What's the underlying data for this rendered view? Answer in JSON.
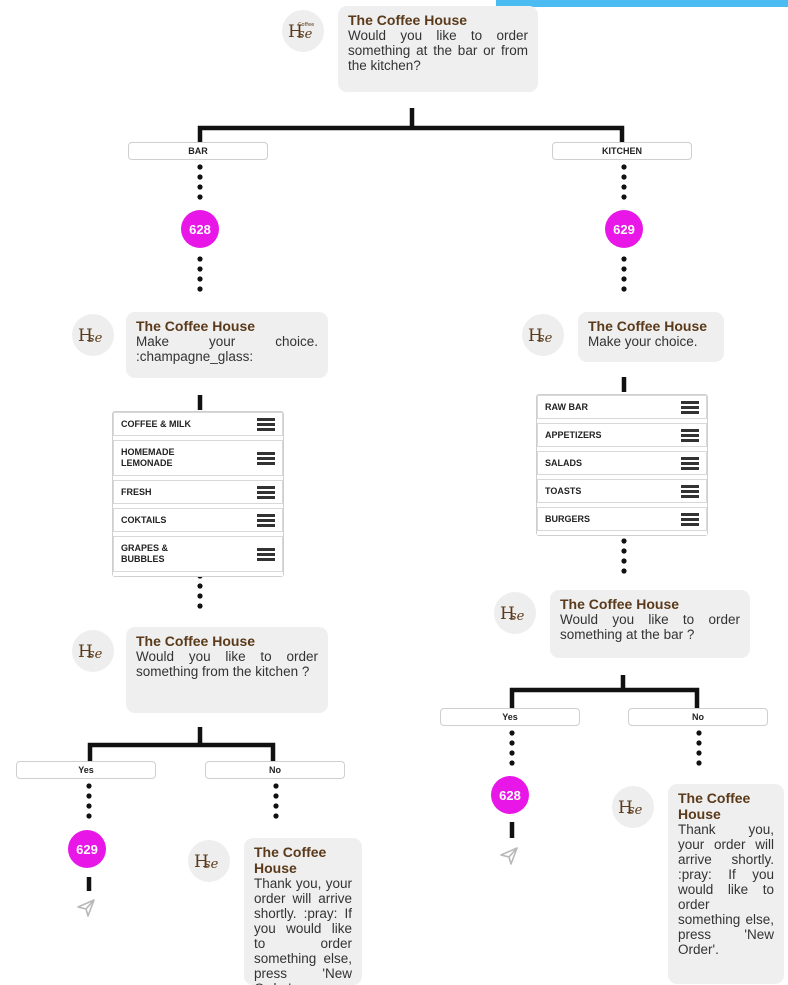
{
  "colors": {
    "accent": "#e817e8",
    "topbar": "#4bbcf1",
    "brand": "#5a3a1a"
  },
  "icons": {
    "logo": "coffee-house-logo-icon",
    "send": "send-icon",
    "menu": "hamburger-icon"
  },
  "logo_text": [
    "Coffee",
    "House"
  ],
  "root": {
    "sender": "The Coffee House",
    "text": "Would you like to order something at the bar or from the kitchen?",
    "options": [
      "BAR",
      "KITCHEN"
    ]
  },
  "left": {
    "badge": "628",
    "menu_msg": {
      "sender": "The Coffee House",
      "text": "Make your choice. :champagne_glass:"
    },
    "menu_items": [
      "COFFEE & MILK",
      "HOMEMADE\nLEMONADE",
      "FRESH",
      "COKTAILS",
      "GRAPES &\nBUBBLES"
    ],
    "ask": {
      "sender": "The Coffee House",
      "text": "Would you like to order something from the kitchen ?"
    },
    "options": [
      "Yes",
      "No"
    ],
    "yes_badge": "629",
    "thanks": {
      "sender": "The Coffee House",
      "text": "Thank you, your order will arrive shortly. :pray: If you would like to order something else, press 'New Order'."
    }
  },
  "right": {
    "badge": "629",
    "menu_msg": {
      "sender": "The Coffee House",
      "text": "Make your choice."
    },
    "menu_items": [
      "RAW BAR",
      "APPETIZERS",
      "SALADS",
      "TOASTS",
      "BURGERS"
    ],
    "ask": {
      "sender": "The Coffee House",
      "text": "Would you like to order something at the bar ?"
    },
    "options": [
      "Yes",
      "No"
    ],
    "yes_badge": "628",
    "thanks": {
      "sender": "The Coffee House",
      "text": "Thank you, your order will arrive shortly. :pray: If you would like to order something else, press 'New Order'."
    }
  }
}
